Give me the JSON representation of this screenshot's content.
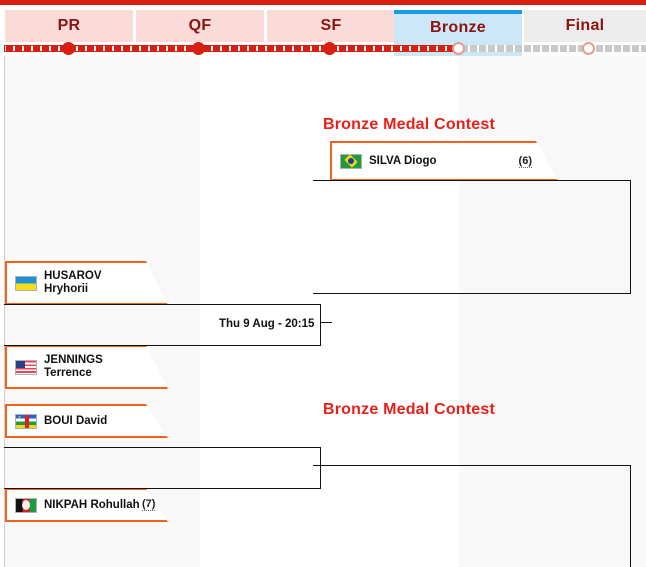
{
  "rounds_bar": {
    "tabs": [
      {
        "label": "PR",
        "state": "completed"
      },
      {
        "label": "QF",
        "state": "completed"
      },
      {
        "label": "SF",
        "state": "completed"
      },
      {
        "label": "Bronze",
        "state": "active"
      },
      {
        "label": "Final",
        "state": "upcoming"
      }
    ],
    "colors": {
      "completed_bg": "#fadbd8",
      "completed_text": "#8c1410",
      "active_bg": "#cce7f8",
      "active_top_bar": "#1b9ae8",
      "upcoming_bg": "#ececec",
      "rail_done": "#d81f12",
      "rail_todo": "#c9c9c9"
    }
  },
  "bracket": {
    "titles": [
      {
        "text": "Bronze Medal Contest",
        "color": "#e8201a"
      },
      {
        "text": "Bronze Medal Contest",
        "color": "#e8201a"
      }
    ],
    "matches": [
      {
        "name": "semifinal-upper",
        "time": "Thu 9 Aug - 20:15",
        "competitors": [
          {
            "family_name": "HUSAROV",
            "given_name": "Hryhorii",
            "country": "UKR",
            "flag": "ukraine-flag",
            "seed": ""
          },
          {
            "family_name": "JENNINGS",
            "given_name": "Terrence",
            "country": "USA",
            "flag": "united-states-flag",
            "seed": ""
          }
        ]
      },
      {
        "name": "semifinal-lower",
        "time": "",
        "competitors": [
          {
            "family_name": "BOUI",
            "given_name": "David",
            "country": "CAF",
            "flag": "central-african-republic-flag",
            "seed": ""
          },
          {
            "family_name": "NIKPAH",
            "given_name": "Rohullah",
            "country": "AFG",
            "flag": "afghanistan-flag",
            "seed": "(7)"
          }
        ]
      },
      {
        "name": "bronze-contest-upper",
        "time": "",
        "competitors": [
          {
            "family_name": "SILVA",
            "given_name": "Diogo",
            "country": "BRA",
            "flag": "brazil-flag",
            "seed": "(6)"
          }
        ]
      }
    ]
  }
}
